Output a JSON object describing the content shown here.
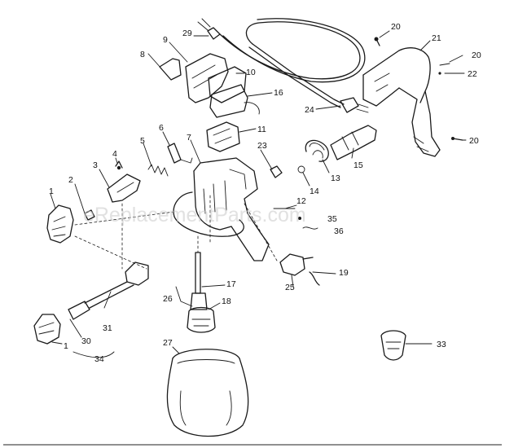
{
  "watermark": "eReplacementParts.com",
  "part_numbers": [
    "20",
    "21",
    "20",
    "22",
    "20",
    "29",
    "9",
    "8",
    "10",
    "16",
    "24",
    "6",
    "7",
    "11",
    "23",
    "13",
    "15",
    "5",
    "4",
    "3",
    "14",
    "2",
    "12",
    "35",
    "36",
    "1",
    "19",
    "25",
    "17",
    "26",
    "18",
    "30",
    "31",
    "1",
    "34",
    "33",
    "27"
  ]
}
